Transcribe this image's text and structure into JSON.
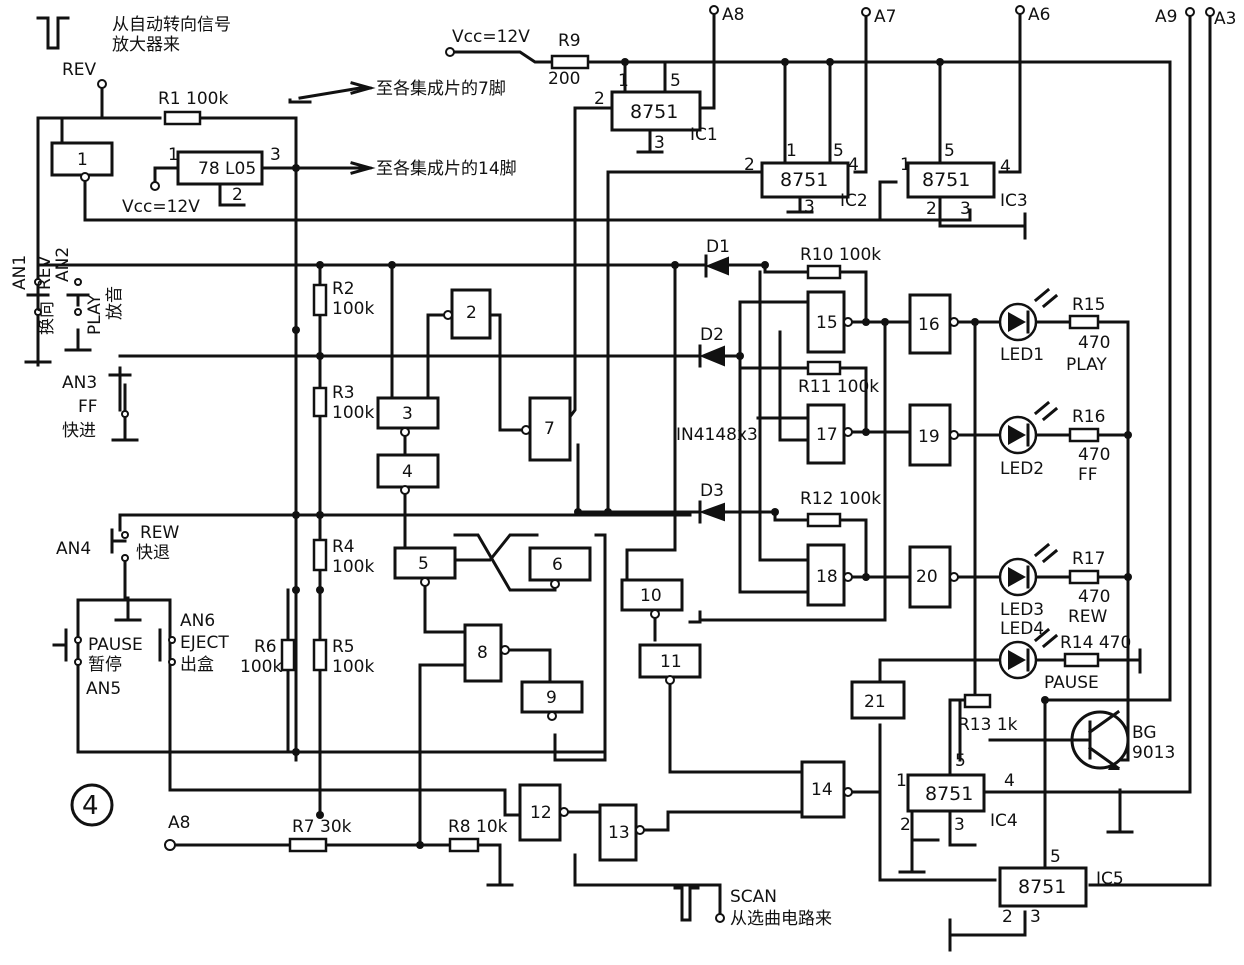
{
  "figure_number": "4",
  "signals": {
    "rev_source_cn": "从自动转向信号",
    "rev_source_cn2": "放大器来",
    "rev": "REV",
    "to_pin7": "至各集成片的7脚",
    "to_pin14": "至各集成片的14脚",
    "scan": "SCAN",
    "scan_source": "从选曲电路来",
    "a8_top": "A8",
    "a7_top": "A7",
    "a6_top": "A6",
    "a9_top": "A9",
    "a3_top": "A3",
    "a8_bottom": "A8"
  },
  "power": {
    "vcc_top": "Vcc=12V",
    "vcc_left": "Vcc=12V"
  },
  "regulator": {
    "name": "78 L05",
    "pin_in": "1",
    "pin_out": "3",
    "pin_gnd": "2"
  },
  "buttons": {
    "an1": "AN1",
    "an1_cn": "换向",
    "an1_en": "REV",
    "an2": "AN2",
    "an2_en": "PLAY",
    "an2_cn": "放音",
    "an3": "AN3",
    "an3_en": "FF",
    "an3_cn": "快进",
    "an4": "AN4",
    "an4_en": "REW",
    "an4_cn": "快退",
    "an5": "AN5",
    "an5_en": "PAUSE",
    "an5_cn": "暂停",
    "an6": "AN6",
    "an6_en": "EJECT",
    "an6_cn": "出盒"
  },
  "resistors": {
    "r1": "R1 100k",
    "r2": "R2",
    "r2v": "100k",
    "r3": "R3",
    "r3v": "100k",
    "r4": "R4",
    "r4v": "100k",
    "r5": "R5",
    "r5v": "100k",
    "r6": "R6",
    "r6v": "100k",
    "r7": "R7 30k",
    "r8": "R8 10k",
    "r9": "R9",
    "r9v": "200",
    "r10": "R10 100k",
    "r11": "R11 100k",
    "r12": "R12 100k",
    "r13": "R13 1k",
    "r14": "R14 470",
    "r15": "R15",
    "r15v": "470",
    "r16": "R16",
    "r16v": "470",
    "r17": "R17",
    "r17v": "470"
  },
  "diodes": {
    "d1": "D1",
    "d2": "D2",
    "d3": "D3",
    "type": "IN4148x3"
  },
  "leds": {
    "led1": "LED1",
    "led1_fn": "PLAY",
    "led2": "LED2",
    "led2_fn": "FF",
    "led3": "LED3",
    "led3_fn": "REW",
    "led4": "LED4",
    "led4_fn": "PAUSE"
  },
  "transistor": {
    "name": "BG",
    "type": "9013"
  },
  "gates": [
    "1",
    "2",
    "3",
    "4",
    "5",
    "6",
    "7",
    "8",
    "9",
    "10",
    "11",
    "12",
    "13",
    "14",
    "15",
    "16",
    "17",
    "18",
    "19",
    "20",
    "21"
  ],
  "ics": {
    "part": "8751",
    "ic1": "IC1",
    "ic2": "IC2",
    "ic3": "IC3",
    "ic4": "IC4",
    "ic5": "IC5",
    "pin1": "1",
    "pin2": "2",
    "pin3": "3",
    "pin4": "4",
    "pin5": "5"
  }
}
